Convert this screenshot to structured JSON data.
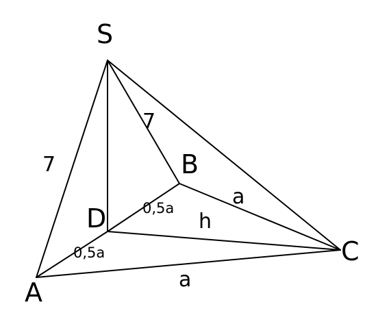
{
  "diagram": {
    "vertices": {
      "S": "S",
      "A": "A",
      "B": "B",
      "C": "C",
      "D": "D"
    },
    "edge_labels": {
      "SA": "7",
      "SB": "7",
      "BC": "a",
      "AC": "a",
      "DC": "h",
      "DB": "0,5a",
      "AD": "0,5a"
    }
  }
}
